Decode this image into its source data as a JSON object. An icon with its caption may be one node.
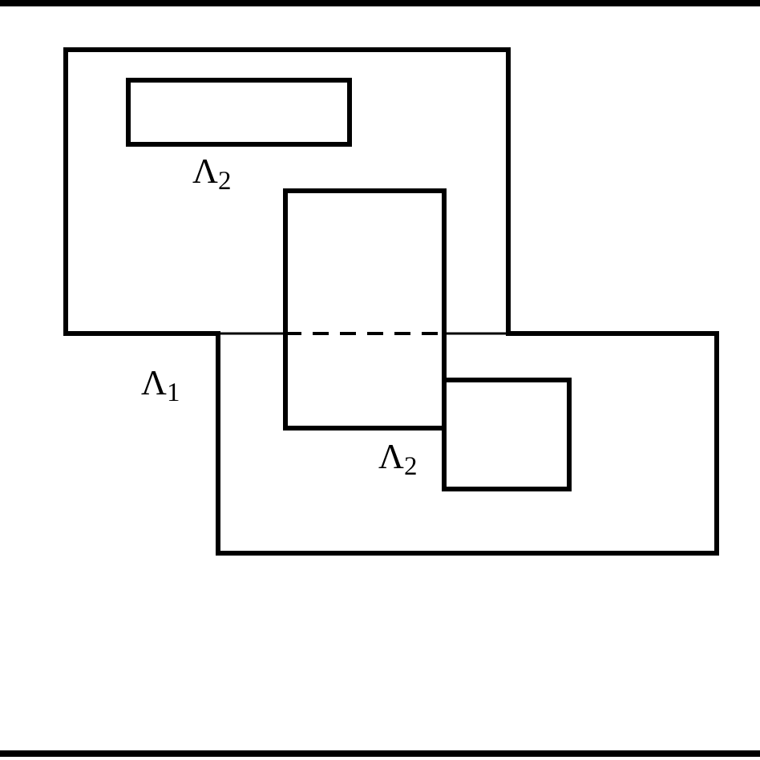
{
  "diagram": {
    "labels": [
      "Λ$_{2}$",
      "Λ$_{1}$",
      "Λ$_{2}$"
    ]
  }
}
